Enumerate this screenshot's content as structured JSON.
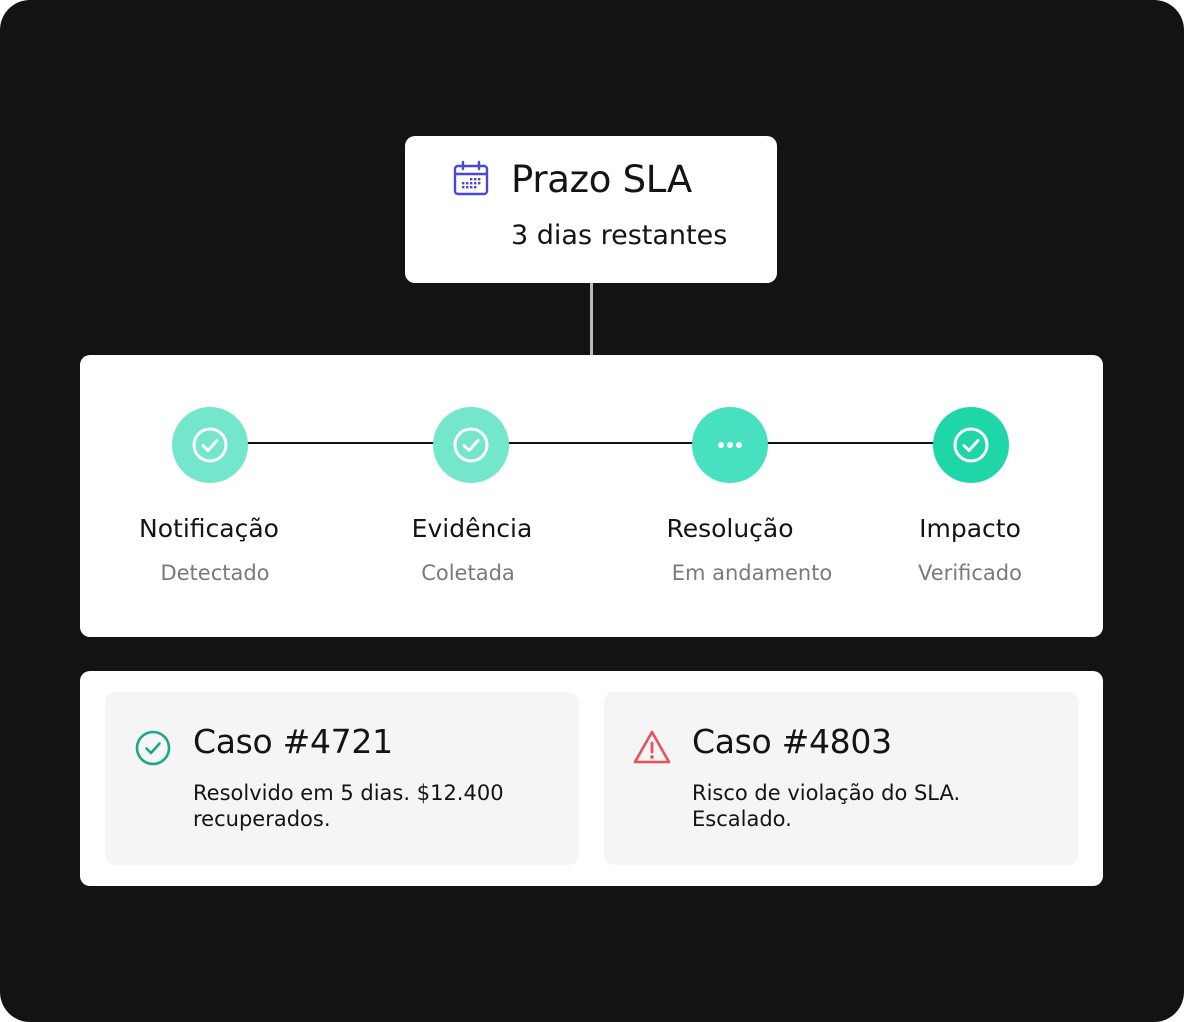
{
  "sla": {
    "icon": "calendar-icon",
    "title": "Prazo SLA",
    "subtitle": "3 dias restantes",
    "icon_color": "#4b47d6"
  },
  "timeline": {
    "steps": [
      {
        "label": "Notificação",
        "status": "Detectado",
        "icon": "check-circle-icon",
        "color": "#73e6cc"
      },
      {
        "label": "Evidência",
        "status": "Coletada",
        "icon": "check-circle-icon",
        "color": "#73e6cc"
      },
      {
        "label": "Resolução",
        "status": "Em andamento",
        "icon": "more-dots-icon",
        "color": "#47e0c0"
      },
      {
        "label": "Impacto",
        "status": "Verificado",
        "icon": "check-circle-icon",
        "color": "#1fd6a8"
      }
    ]
  },
  "cases": [
    {
      "title": "Caso #4721",
      "description": "Resolvido em 5 dias. $12.400 recuperados.",
      "icon": "check-circle-icon",
      "icon_color": "#1aa886"
    },
    {
      "title": "Caso #4803",
      "description": "Risco de violação do SLA. Escalado.",
      "icon": "warning-triangle-icon",
      "icon_color": "#e8505b"
    }
  ]
}
